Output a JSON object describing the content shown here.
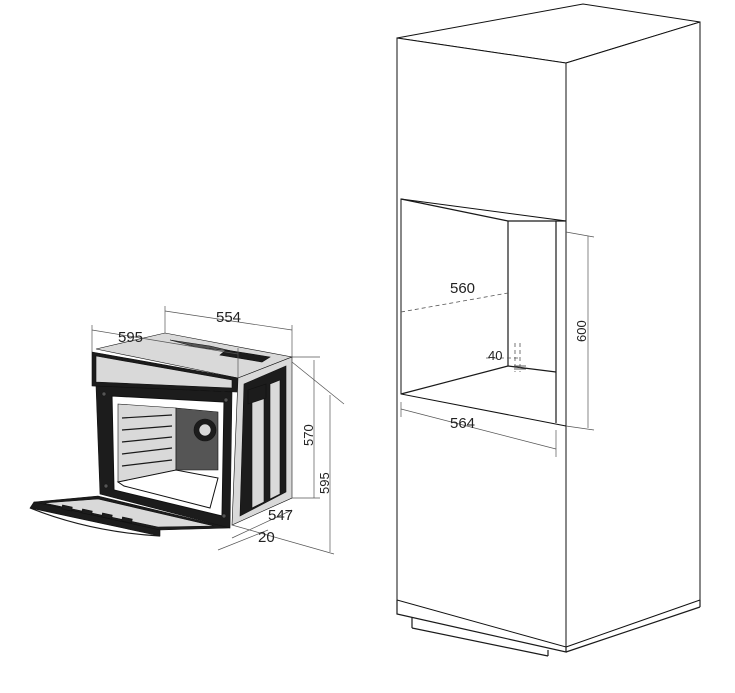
{
  "dimensions": {
    "oven_width_top": "554",
    "oven_width_front": "595",
    "oven_height_body": "570",
    "oven_height_total": "595",
    "oven_depth": "547",
    "oven_front_thickness": "20",
    "niche_depth": "560",
    "niche_height": "600",
    "niche_vent": "40",
    "niche_width": "564"
  }
}
